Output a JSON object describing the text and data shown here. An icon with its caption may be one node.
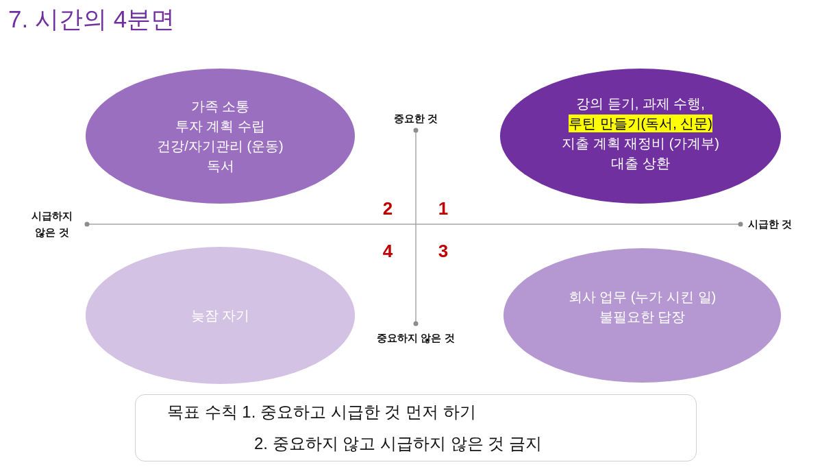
{
  "diagram": {
    "title": "7. 시간의 4분면",
    "nodes": [
      {
        "text": [
          "가족 소통",
          "투자 계획 수립",
          "건강/자기관리 (운동)",
          "독서"
        ]
      },
      {
        "text": [
          "강의 듣기, 과제 수행,",
          "루틴 만들기(독서, 신문)",
          "지출 계획 재정비 (가계부)",
          "대출 상환"
        ]
      },
      {
        "text": [
          "늦잠 자기"
        ]
      },
      {
        "text": [
          "회사 업무 (누가 시킨 일)",
          "불필요한 답장"
        ]
      },
      {
        "text": [
          "목표 수칙 1. 중요하고 시급한 것 먼저 하기",
          "2. 중요하지 않고 시급하지 않은 것 금지"
        ]
      }
    ],
    "labels": [
      "중요한 것",
      "2",
      "1",
      "시급하지 않은 것",
      "시급한 것",
      "4",
      "3",
      "중요하지 않은 것"
    ]
  }
}
